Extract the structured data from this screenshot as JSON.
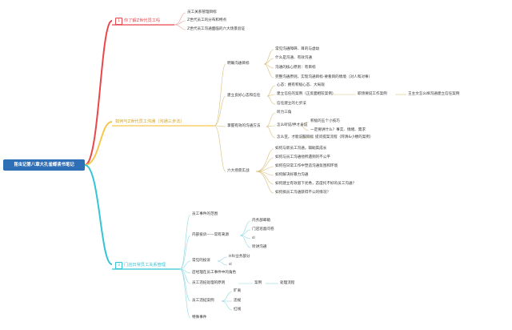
{
  "root": "昆虫记第八章大孔雀蝶读书笔记",
  "colors": {
    "red": "#e8474c",
    "yellow": "#f5c84c",
    "cyan": "#35c4d6",
    "root": "#2f6fb5",
    "line_gray": "#c6b57a",
    "line_cyan": "#8fd7e0"
  },
  "b1": {
    "num": "1",
    "label": "你了解Z世代员工吗",
    "items": [
      "员工关系管理目标",
      "Z世代员工的分布和特点",
      "Z世代员工沟通面临的六大场景验证"
    ]
  },
  "b2": {
    "label": "如何与Z世代员工沟通（沟通三步法）",
    "g1": {
      "label": "明确沟通目标",
      "items": [
        "常见沟通障碍、目的与虚幼",
        "什么是沟通、有效沟通",
        "沟通的核心原则：有目标",
        "完整沟通原则，实现沟通目标-要看目的情境（对人和对事）"
      ]
    },
    "g2": {
      "label": "建立良好心态和信任",
      "items": [
        "心态：拥有积极心态、大局观",
        "建立信任的案例（正反面相较案例）",
        "信任建立的七步法"
      ],
      "sub1": "职场要说工作案例",
      "sub2": "王主文怎么样沟通建立信任案例"
    },
    "g3": {
      "label": "掌握有效的沟通方法",
      "items": [
        "听力三角",
        "怎么听说/拌才肯说",
        "怎么宣，才能说服目标"
      ],
      "sub_a": "积极的五个小技巧",
      "sub_b": "一定要讲什么？事实、情绪、需求",
      "sub_c": "提问提案流程（阿清&小楼的案例）"
    },
    "g4": {
      "label": "六大场景实战",
      "items": [
        "如何与新员工沟通，辅助其成长",
        "如何与员工沟通他所遇到的不公平",
        "如何在日常工作中塑造沟通氛围和环境",
        "如何解决好暴力沟通",
        "如何建立有效留下优秀，态度托不好的员工沟通？",
        "如何搞员工沟通获得不公的情况？"
      ]
    }
  },
  "b3": {
    "num": "3",
    "label": "门店日常员工关系管理",
    "items": {
      "scope": "员工事件的范围",
      "internal": "内部投诉——常有来源",
      "internal_subs": [
        "内务部邮箱",
        "门店巡督问卷",
        "sl",
        "听讲沟通"
      ],
      "common": "常见的投诉",
      "common_subs": [
        "HR/业务部分",
        "sl"
      ],
      "role": "店经理在员工事件中的角色",
      "handle": "员工违纪处理的原则",
      "handle_sub": "案例",
      "handle_sub2": "处理流程",
      "violation": "员工违纪案例",
      "violation_subs": [
        "旷离",
        "违规",
        "红线"
      ],
      "special": "特殊事件"
    }
  }
}
